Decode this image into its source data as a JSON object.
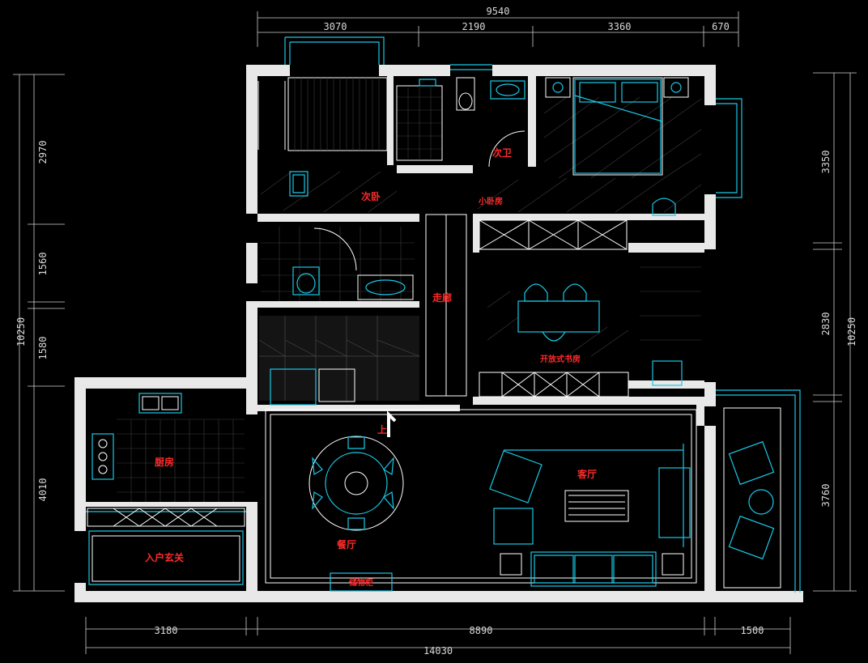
{
  "dimensions": {
    "top_total": "9540",
    "top_segments": [
      "3070",
      "2190",
      "3360",
      "670"
    ],
    "bottom_segments": [
      "3180",
      "8890",
      "1500"
    ],
    "bottom_total": "14030",
    "left_total": "10250",
    "left_segments": [
      "2970",
      "1560",
      "1580",
      "4010"
    ],
    "right_total": "10250",
    "right_segments": [
      "3350",
      "2830",
      "3760"
    ]
  },
  "rooms": {
    "second_bedroom": "次卧",
    "second_bath": "次卫",
    "small_bedroom": "小卧房",
    "corridor": "走廊",
    "open_study": "开放式书房",
    "kitchen": "厨房",
    "living_room": "客厅",
    "dining_room": "餐厅",
    "entrance_hall": "入户玄关",
    "cabinet": "储物柜",
    "stair_up": "上"
  },
  "colors": {
    "background": "#000000",
    "wall": "#e8e8e8",
    "furniture": "#19c8e6",
    "room_label": "#ff2a2a",
    "dimension_text": "#d8d8d8"
  }
}
